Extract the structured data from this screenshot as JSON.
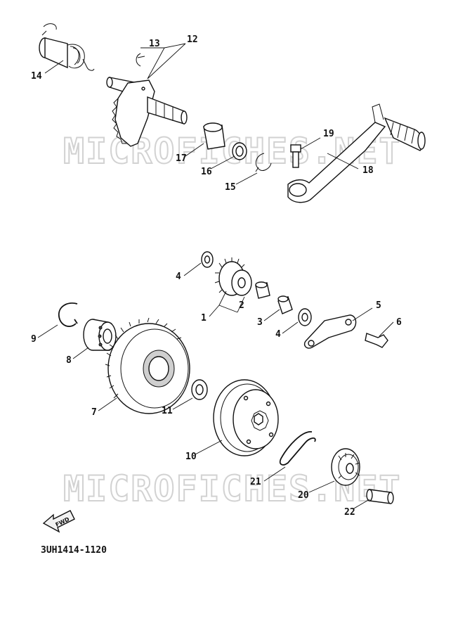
{
  "diagram": {
    "watermark": "MICROFICHES.NET",
    "diagram_code": "3UH1414-1120",
    "fwd_label": "FWD",
    "callouts": [
      "1",
      "2",
      "3",
      "4",
      "4",
      "5",
      "6",
      "7",
      "8",
      "9",
      "10",
      "11",
      "12",
      "13",
      "14",
      "15",
      "16",
      "17",
      "18",
      "19",
      "20",
      "21",
      "22"
    ]
  }
}
